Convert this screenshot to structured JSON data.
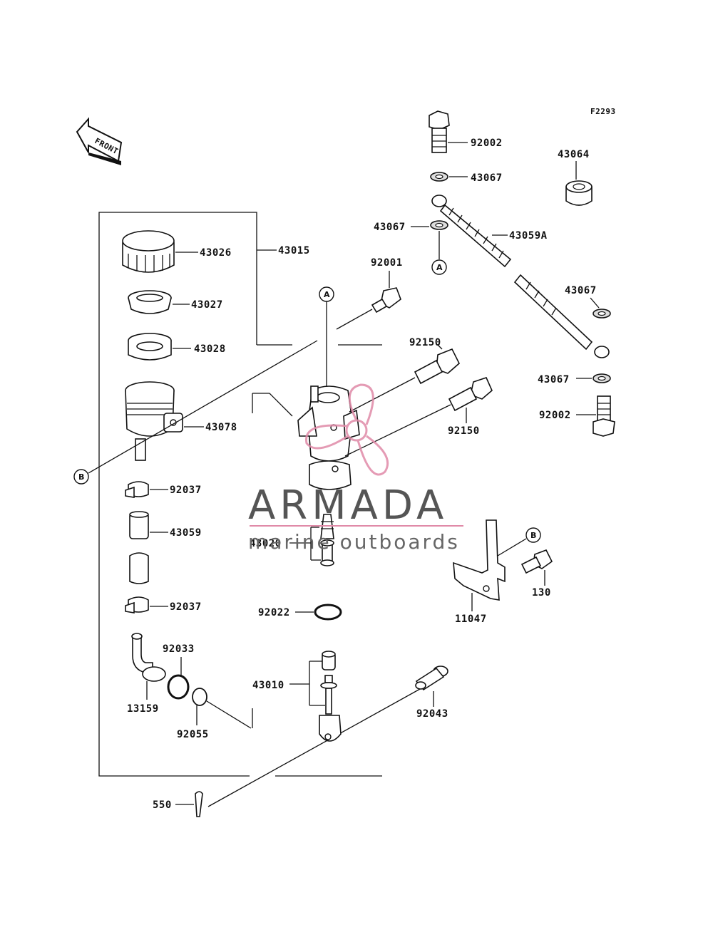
{
  "figure_code": "F2293",
  "front_label": "FRONT",
  "callouts": {
    "a": "A",
    "b": "B"
  },
  "parts": {
    "p43015": "43015",
    "p43026": "43026",
    "p43027": "43027",
    "p43028": "43028",
    "p43078": "43078",
    "p92037a": "92037",
    "p43059": "43059",
    "p92037b": "92037",
    "p92033": "92033",
    "p13159": "13159",
    "p92055": "92055",
    "p550": "550",
    "p92001": "92001",
    "p92150a": "92150",
    "p92150b": "92150",
    "p43020": "43020",
    "p92022": "92022",
    "p43010": "43010",
    "p92043": "92043",
    "p92002a": "92002",
    "p43067a": "43067",
    "p43067b": "43067",
    "p43059A": "43059A",
    "p43064": "43064",
    "p43067c": "43067",
    "p43067d": "43067",
    "p92002b": "92002",
    "p11047": "11047",
    "p130": "130"
  },
  "watermark": {
    "title": "ARMADA",
    "subtitle": "marine outboards",
    "color": "#e08aa8"
  }
}
